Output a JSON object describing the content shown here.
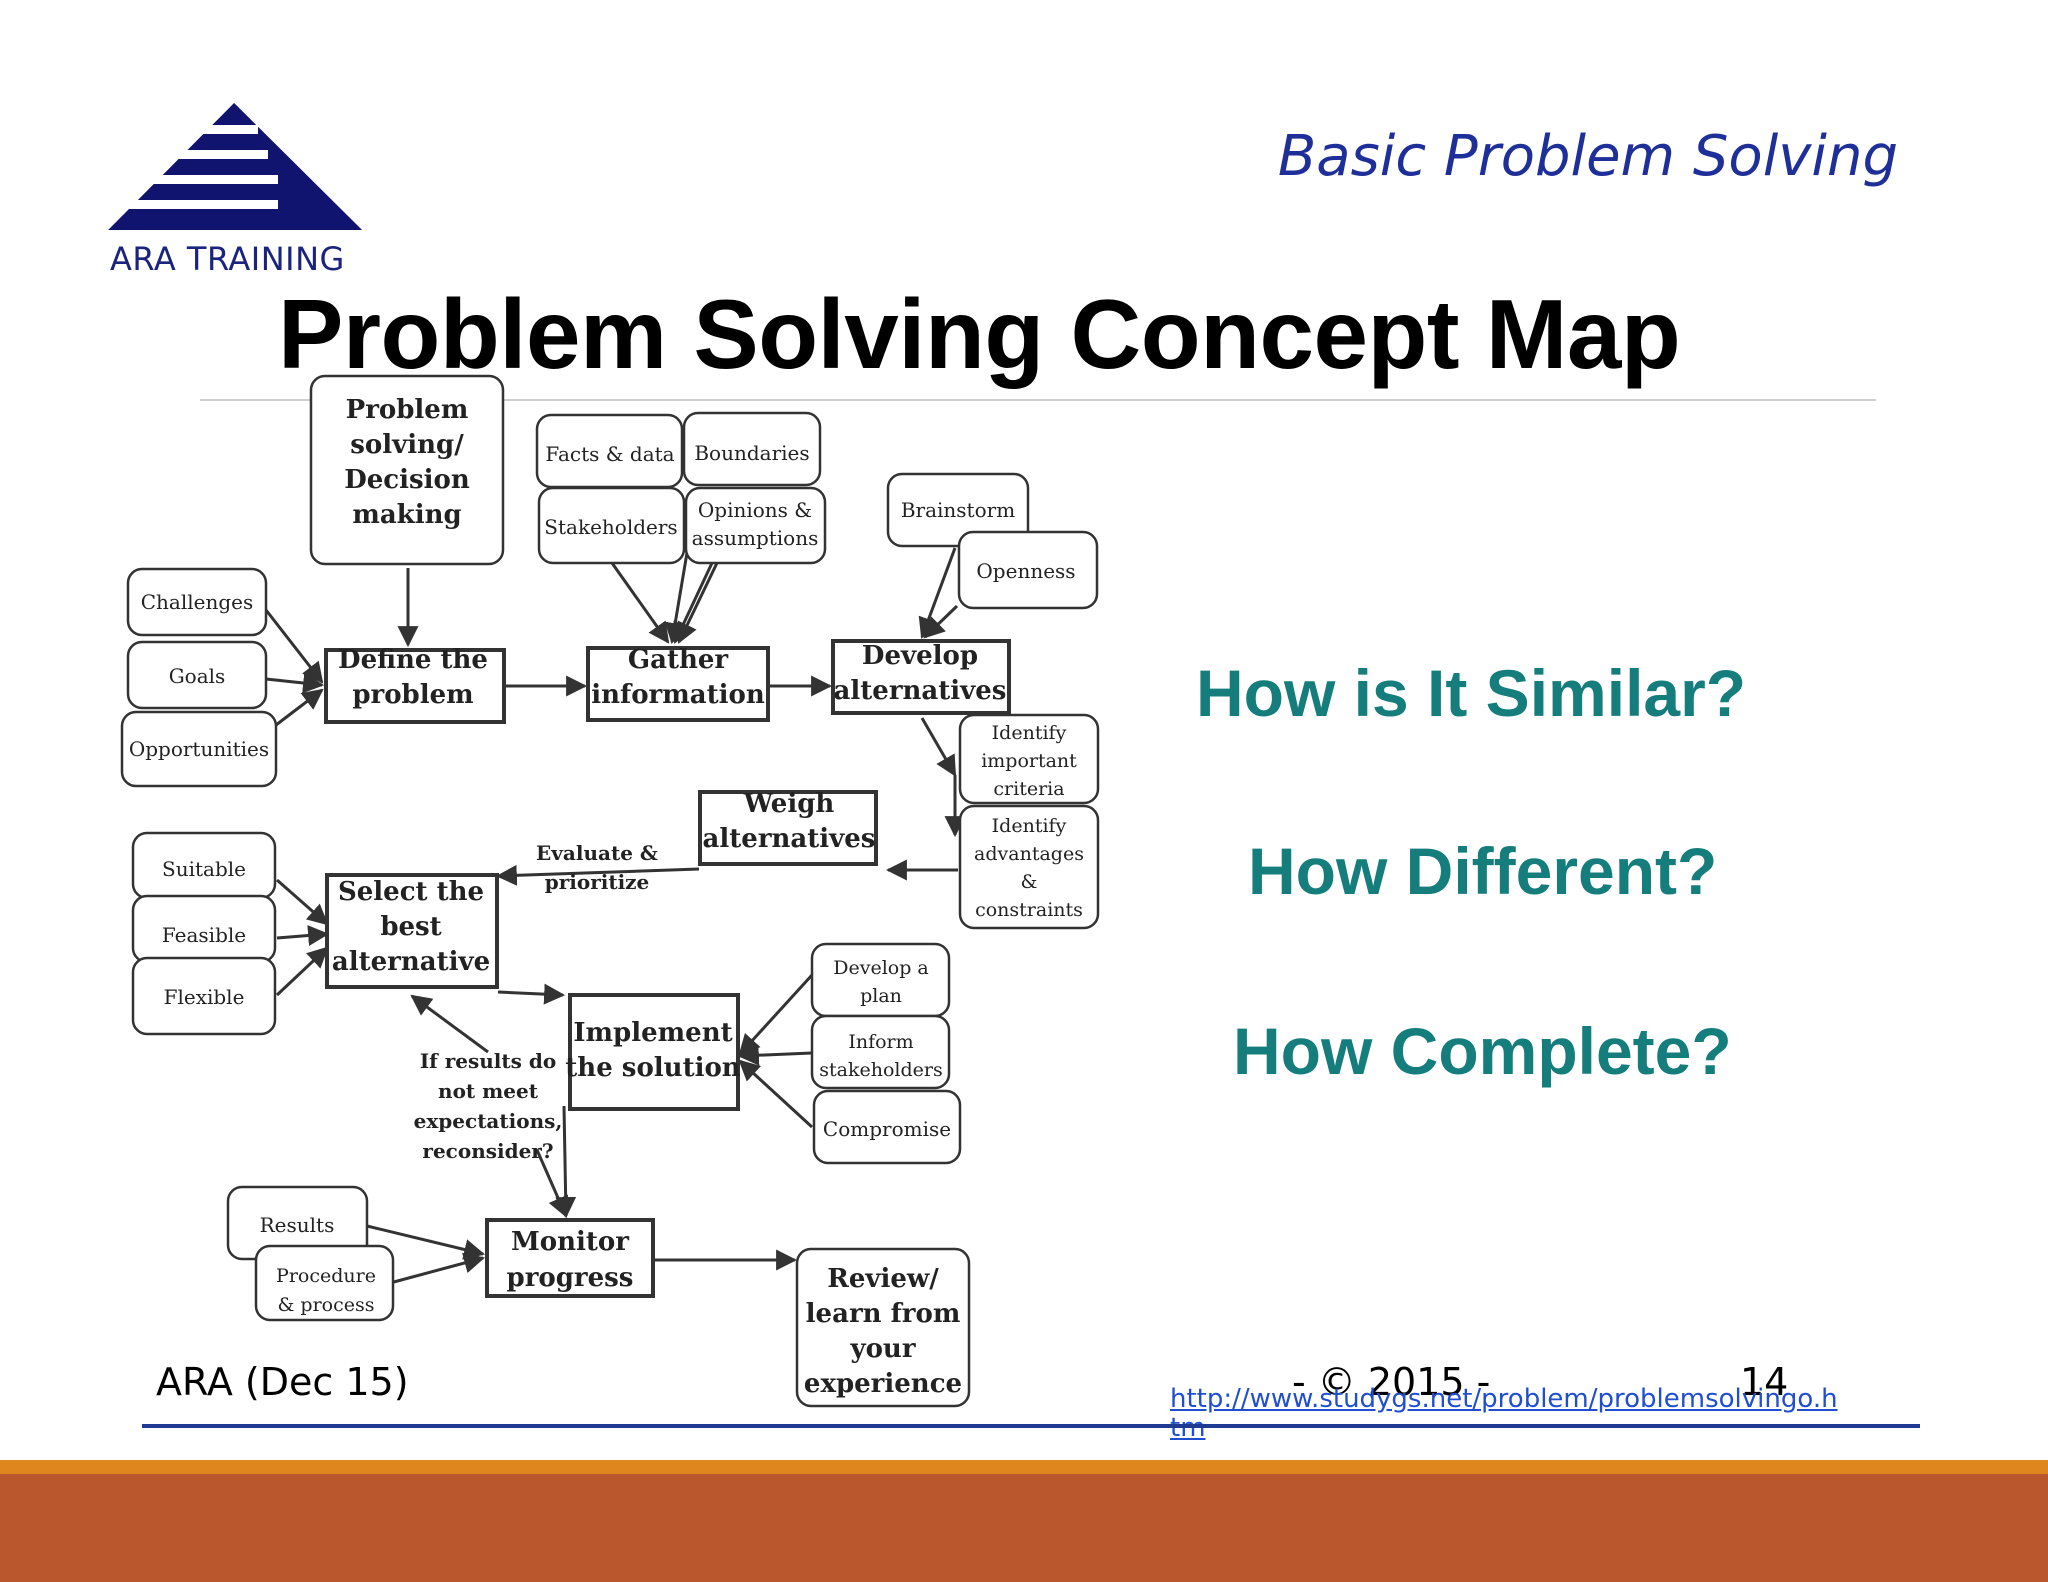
{
  "header": {
    "logo_text": "ARA TRAINING",
    "subtitle": "Basic Problem Solving",
    "title": "Problem Solving Concept Map",
    "colors": {
      "brand_navy": "#10146e",
      "subtitle_blue": "#1f2f99",
      "teal": "#167d7d"
    }
  },
  "diagram": {
    "nodes": {
      "problem_solving": [
        "Problem",
        "solving/",
        "Decision",
        "making"
      ],
      "challenges": [
        "Challenges"
      ],
      "goals": [
        "Goals"
      ],
      "opportunities": [
        "Opportunities"
      ],
      "define_problem": [
        "Define the",
        "problem"
      ],
      "facts_data": [
        "Facts & data"
      ],
      "boundaries": [
        "Boundaries"
      ],
      "stakeholders": [
        "Stakeholders"
      ],
      "opinions": [
        "Opinions &",
        "assumptions"
      ],
      "gather_info": [
        "Gather",
        "information"
      ],
      "brainstorm": [
        "Brainstorm"
      ],
      "openness": [
        "Openness"
      ],
      "develop_alt": [
        "Develop",
        "alternatives"
      ],
      "identify_criteria": [
        "Identify",
        "important",
        "criteria"
      ],
      "identify_adv": [
        "Identify",
        "advantages",
        "&",
        "constraints"
      ],
      "weigh_alt": [
        "Weigh",
        "alternatives"
      ],
      "evaluate": [
        "Evaluate &",
        "prioritize"
      ],
      "suitable": [
        "Suitable"
      ],
      "feasible": [
        "Feasible"
      ],
      "flexible": [
        "Flexible"
      ],
      "select_best": [
        "Select the",
        "best",
        "alternative"
      ],
      "develop_plan": [
        "Develop a",
        "plan"
      ],
      "inform_stake": [
        "Inform",
        "stakeholders"
      ],
      "compromise": [
        "Compromise"
      ],
      "implement": [
        "Implement",
        "the solution"
      ],
      "if_results": [
        "If results do",
        "not meet",
        "expectations,",
        "reconsider?"
      ],
      "results": [
        "Results"
      ],
      "procedure": [
        "Procedure",
        "& process"
      ],
      "monitor": [
        "Monitor",
        "progress"
      ],
      "review": [
        "Review/",
        "learn from",
        "your",
        "experience"
      ]
    }
  },
  "questions": {
    "similar": "How is It Similar?",
    "different": "How Different?",
    "complete": "How Complete?"
  },
  "footer": {
    "left": "ARA (Dec 15)",
    "center": "- © 2015 -",
    "page_number": "14",
    "source_url": "http://www.studygs.net/problem/problemsolvingo.htm"
  },
  "theme": {
    "band_top": "#e0861f",
    "band_bottom": "#bb572d",
    "rule": "#1f3a93"
  }
}
